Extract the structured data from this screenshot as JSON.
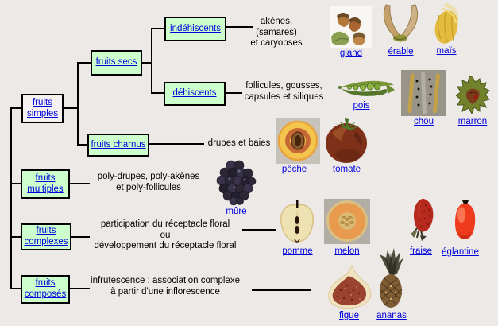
{
  "colors": {
    "background": "#ECE9E7",
    "box_fill": "#CCFFCC",
    "root_box_fill": "#F4F1F0",
    "box_border": "#000000",
    "link_text": "#0000DD",
    "body_text": "#000000"
  },
  "boxes": [
    {
      "id": "fruits-simples",
      "label": "fruits\nsimples"
    },
    {
      "id": "fruits-secs",
      "label": "fruits secs"
    },
    {
      "id": "indehiscents",
      "label": "indéhiscents"
    },
    {
      "id": "dehiscents",
      "label": "déhiscents"
    },
    {
      "id": "fruits-charnus",
      "label": "fruits charnus"
    },
    {
      "id": "fruits-multiples",
      "label": "fruits\nmultiples"
    },
    {
      "id": "fruits-complexes",
      "label": "fruits\ncomplexes"
    },
    {
      "id": "fruits-composes",
      "label": "fruits\ncomposés"
    }
  ],
  "descriptions": [
    {
      "id": "indehiscents-desc",
      "text": "akènes,\n(samares)\net caryopses"
    },
    {
      "id": "dehiscents-desc",
      "text": "follicules, gousses,\ncapsules et siliques"
    },
    {
      "id": "charnus-desc",
      "text": "drupes et baies"
    },
    {
      "id": "multiples-desc",
      "text": "poly-drupes, poly-akènes\net poly-follicules"
    },
    {
      "id": "complexes-desc",
      "text": "participation du réceptacle floral\nou\ndéveloppement du réceptacle floral"
    },
    {
      "id": "composes-desc",
      "text": "infrutescence : association complexe\nà partir d'une inflorescence"
    }
  ],
  "fruits": [
    {
      "id": "gland",
      "label": "gland"
    },
    {
      "id": "erable",
      "label": "érable"
    },
    {
      "id": "mais",
      "label": "maïs"
    },
    {
      "id": "pois",
      "label": "pois"
    },
    {
      "id": "chou",
      "label": "chou"
    },
    {
      "id": "marron",
      "label": "marron"
    },
    {
      "id": "peche",
      "label": "pêche"
    },
    {
      "id": "tomate",
      "label": "tomate"
    },
    {
      "id": "mure",
      "label": "mûre"
    },
    {
      "id": "pomme",
      "label": "pomme"
    },
    {
      "id": "melon",
      "label": "melon"
    },
    {
      "id": "fraise",
      "label": "fraise"
    },
    {
      "id": "eglantine",
      "label": "églantine"
    },
    {
      "id": "figue",
      "label": "figue"
    },
    {
      "id": "ananas",
      "label": "ananas"
    }
  ]
}
